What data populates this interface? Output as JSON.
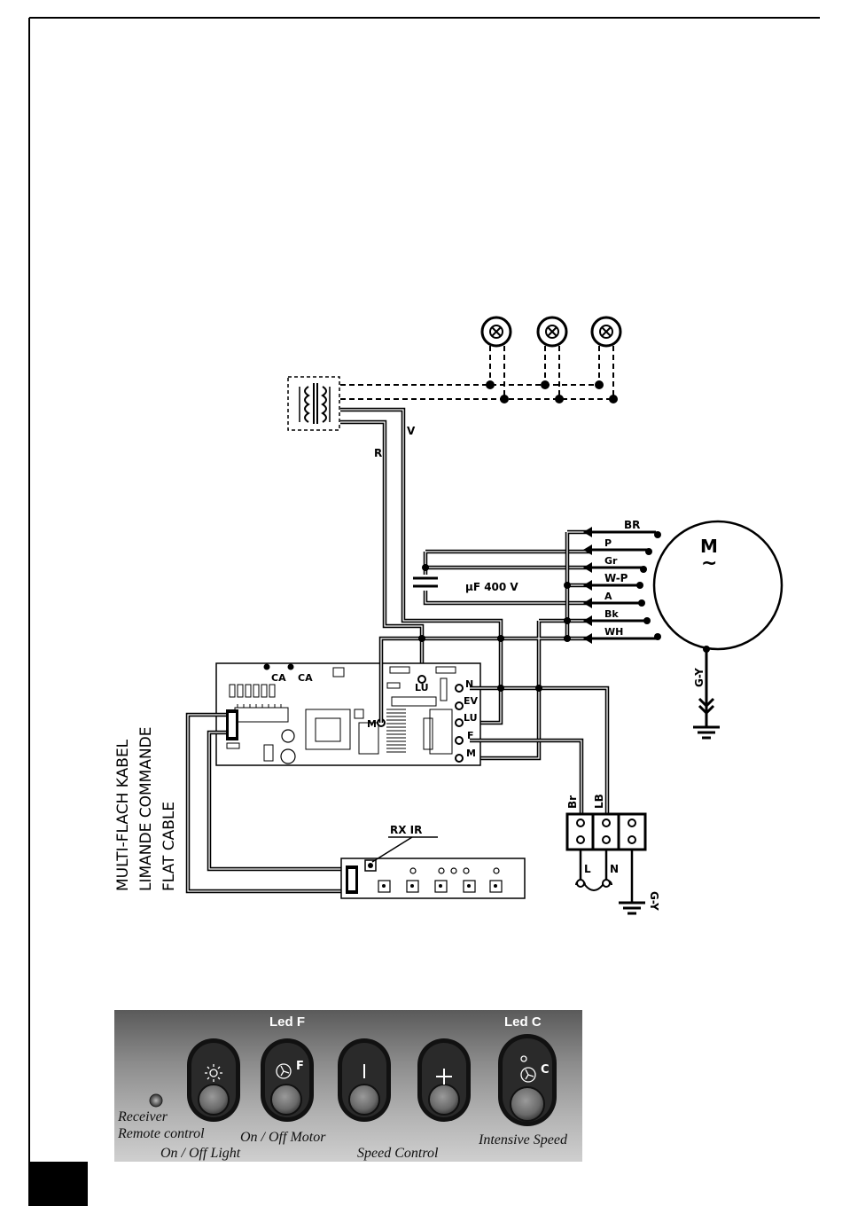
{
  "diagram": {
    "motor": {
      "symbol": "M",
      "tilde": "~"
    },
    "wires": {
      "transformer_out_r": "R",
      "transformer_out_v": "V"
    },
    "motor_terminals": [
      "BR",
      "P",
      "Gr",
      "W-P",
      "A",
      "Bk",
      "WH"
    ],
    "capacitor_label": "µF  400  V",
    "ground_motor": "G-Y",
    "board": {
      "ca1": "CA",
      "ca2": "CA",
      "lu_top": "LU",
      "m_pin": "M",
      "right_pins": [
        "N",
        "EV",
        "LU",
        "F",
        "M"
      ]
    },
    "terminal_block": {
      "top_labels": [
        "Br",
        "LB"
      ],
      "bottom_labels": [
        "L",
        "N",
        "G-Y"
      ]
    },
    "receiver_label": "RX  IR",
    "cable_labels": [
      "MULTI-FLACH KABEL",
      "LIMANDE COMMANDE",
      "FLAT CABLE"
    ]
  },
  "control_panel": {
    "led_f": "Led F",
    "led_c": "Led C",
    "captions": {
      "receiver": "Receiver",
      "remote": "Remote control",
      "light": "On / Off Light",
      "motor": "On / Off Motor",
      "speed": "Speed Control",
      "intensive": "Intensive Speed"
    },
    "buttons": [
      {
        "icon": "light-icon"
      },
      {
        "icon": "fan-icon",
        "letter": "F"
      },
      {
        "icon": "minus-icon"
      },
      {
        "icon": "plus-icon"
      },
      {
        "icon": "fan-icon",
        "letter": "C"
      }
    ]
  }
}
